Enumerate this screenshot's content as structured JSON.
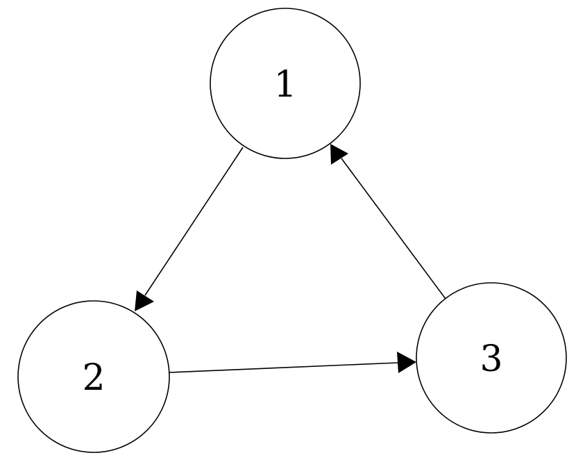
{
  "diagram": {
    "nodes": [
      {
        "id": "1",
        "label": "1"
      },
      {
        "id": "2",
        "label": "2"
      },
      {
        "id": "3",
        "label": "3"
      }
    ],
    "edges": [
      {
        "from": "1",
        "to": "2",
        "directed": true
      },
      {
        "from": "2",
        "to": "3",
        "directed": true
      },
      {
        "from": "3",
        "to": "1",
        "directed": true
      }
    ],
    "colors": {
      "stroke": "#000000",
      "fill": "#ffffff",
      "background": "#ffffff"
    }
  }
}
